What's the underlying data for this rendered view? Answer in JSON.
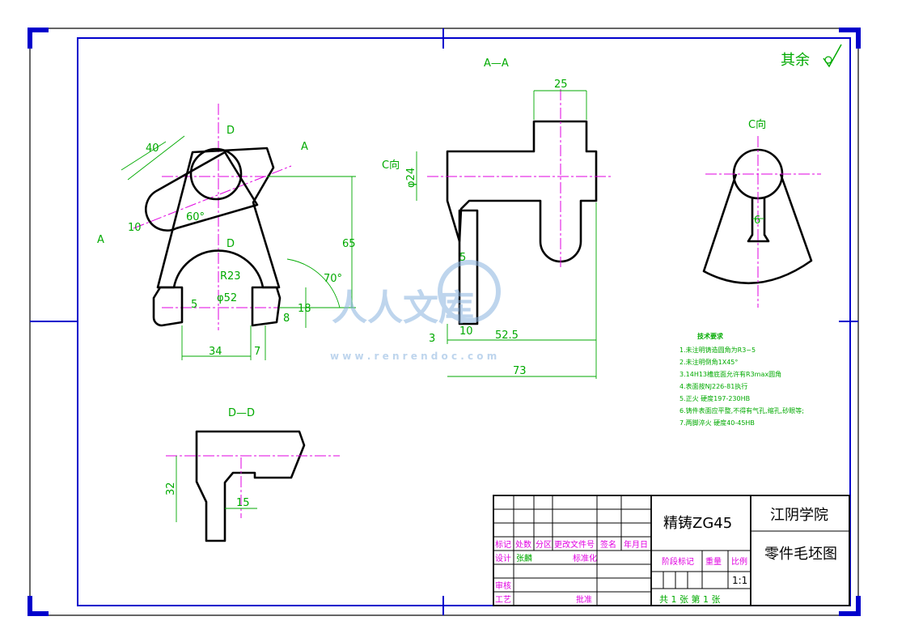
{
  "sections": {
    "aa": "A—A",
    "cview": "C向",
    "dd": "D—D",
    "surface": "其余"
  },
  "labels": {
    "a_mark": "A",
    "c_mark": "C向",
    "d_mark": "D"
  },
  "dims": {
    "d40": "40",
    "d70": "70°",
    "d65": "65",
    "d52": "φ52",
    "d23": "R23",
    "d18": "18",
    "d8": "8",
    "d5": "5",
    "d34": "34",
    "d7": "7",
    "d10": "10",
    "d25": "25",
    "d24": "φ24",
    "d3": "3",
    "d525": "52.5",
    "d73": "73",
    "d5b": "5",
    "d10b": "10",
    "d6": "6",
    "d32": "32",
    "d15": "15",
    "d60": "60°"
  },
  "notes": {
    "title": "技术要求",
    "items": [
      "1.未注明铸造圆角为R3~5",
      "2.未注明倒角1X45°",
      "3.14H13槽底面允许有R3max圆角",
      "4.表面按NJ226-81执行",
      "5.正火 硬度197-230HB",
      "6.铸件表面应平整,不得有气孔,缩孔,砂眼等;",
      "7.两脚淬火 硬度40-45HB"
    ]
  },
  "title_block": {
    "material": "精铸ZG45",
    "school": "江阴学院",
    "drawing_name": "零件毛坯图",
    "headers": [
      "标记",
      "处数",
      "分区",
      "更改文件号",
      "签名",
      "年月日"
    ],
    "design_label": "设计",
    "designer": "张麟",
    "standard_label": "标准化",
    "stage_label": "阶段标记",
    "weight_label": "重量",
    "scale_label": "比例",
    "scale_value": "1:1",
    "review_label": "审核",
    "process_label": "工艺",
    "approve_label": "批准",
    "sheets": "共 1 张 第 1 张"
  },
  "watermark": {
    "text": "人人文库",
    "url": "w w w . r e n r e n d o c . c o m"
  },
  "colors": {
    "frame": "#0000cc",
    "dimension": "#00aa00",
    "centerline": "#e000e0",
    "title_text": "#e000e0"
  }
}
